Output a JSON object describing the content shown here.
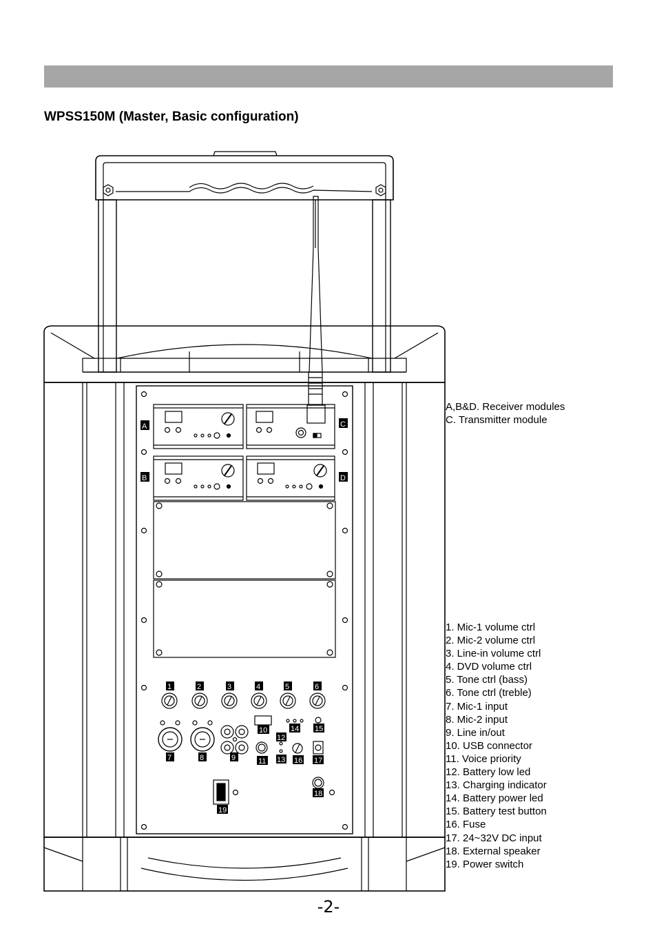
{
  "title": "WPSS150M (Master,  Basic configuration)",
  "page_number": "-2-",
  "module_legend": [
    "A,B&D. Receiver modules",
    "C. Transmitter module"
  ],
  "control_legend": [
    "1. Mic-1 volume ctrl",
    "2. Mic-2 volume ctrl",
    "3. Line-in volume ctrl",
    "4. DVD  volume ctrl",
    "5. Tone ctrl (bass)",
    "6. Tone ctrl (treble)",
    "7. Mic-1 input",
    "8. Mic-2 input",
    "9. Line in/out",
    "10. USB connector",
    "11. Voice priority",
    "12. Battery low led",
    "13. Charging indicator",
    "14. Battery power led",
    "15. Battery test button",
    "16. Fuse",
    "17. 24~32V DC input",
    "18. External speaker",
    "19. Power switch"
  ],
  "module_labels": {
    "a": "A",
    "b": "B",
    "c": "C",
    "d": "D"
  },
  "callouts": [
    "1",
    "2",
    "3",
    "4",
    "5",
    "6",
    "7",
    "8",
    "9",
    "10",
    "11",
    "12",
    "13",
    "14",
    "15",
    "16",
    "17",
    "18",
    "19"
  ]
}
